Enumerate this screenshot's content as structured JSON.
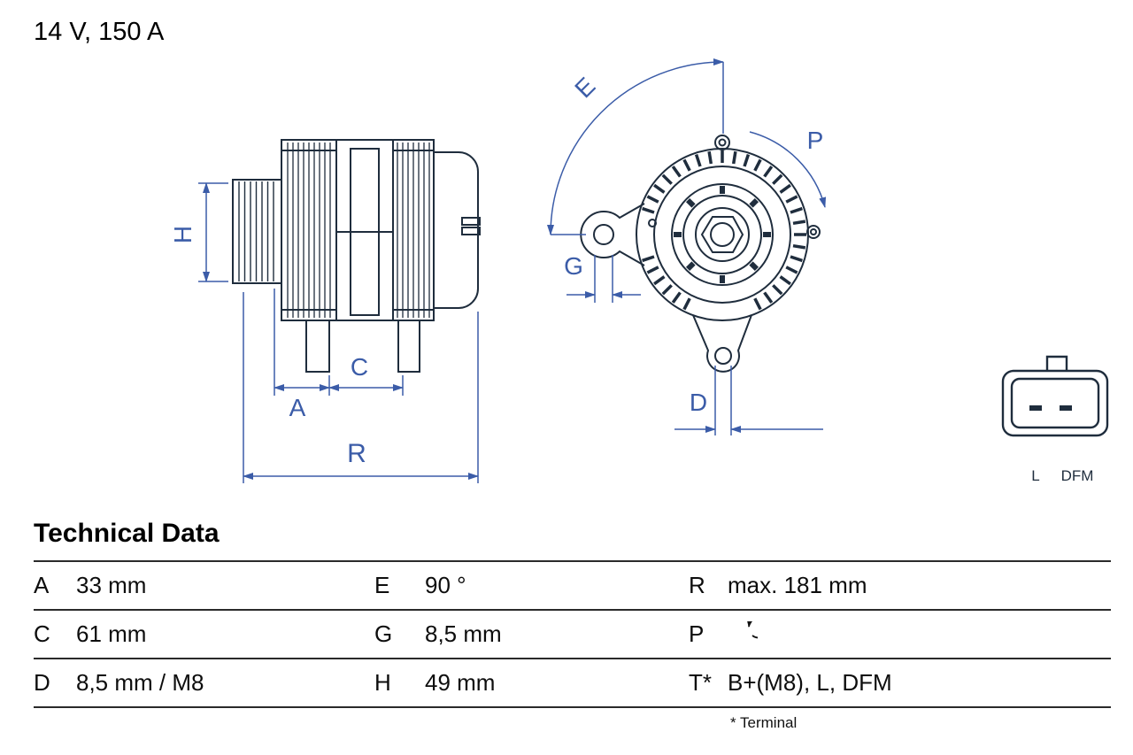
{
  "title": "14 V, 150 A",
  "diagram": {
    "dims": {
      "H": "H",
      "A": "A",
      "C": "C",
      "R": "R",
      "E": "E",
      "G": "G",
      "P": "P",
      "D": "D"
    },
    "connector": {
      "left": "L",
      "right": "DFM"
    }
  },
  "table": {
    "heading": "Technical Data",
    "cells": [
      {
        "key": "A",
        "value": "33 mm"
      },
      {
        "key": "E",
        "value": "90 °"
      },
      {
        "key": "R",
        "value": "max. 181 mm"
      },
      {
        "key": "C",
        "value": "61 mm"
      },
      {
        "key": "G",
        "value": "8,5 mm"
      },
      {
        "key": "P",
        "value_icon": "rotation-direction-icon"
      },
      {
        "key": "D",
        "value": "8,5 mm / M8"
      },
      {
        "key": "H",
        "value": "49 mm"
      },
      {
        "key": "T*",
        "value": "B+(M8), L, DFM"
      }
    ],
    "footnote": "* Terminal"
  },
  "colors": {
    "drawing": "#1f2d3d",
    "dimension": "#3b5ca8",
    "text": "#0d0d0d",
    "rule": "#2a2a2a"
  }
}
